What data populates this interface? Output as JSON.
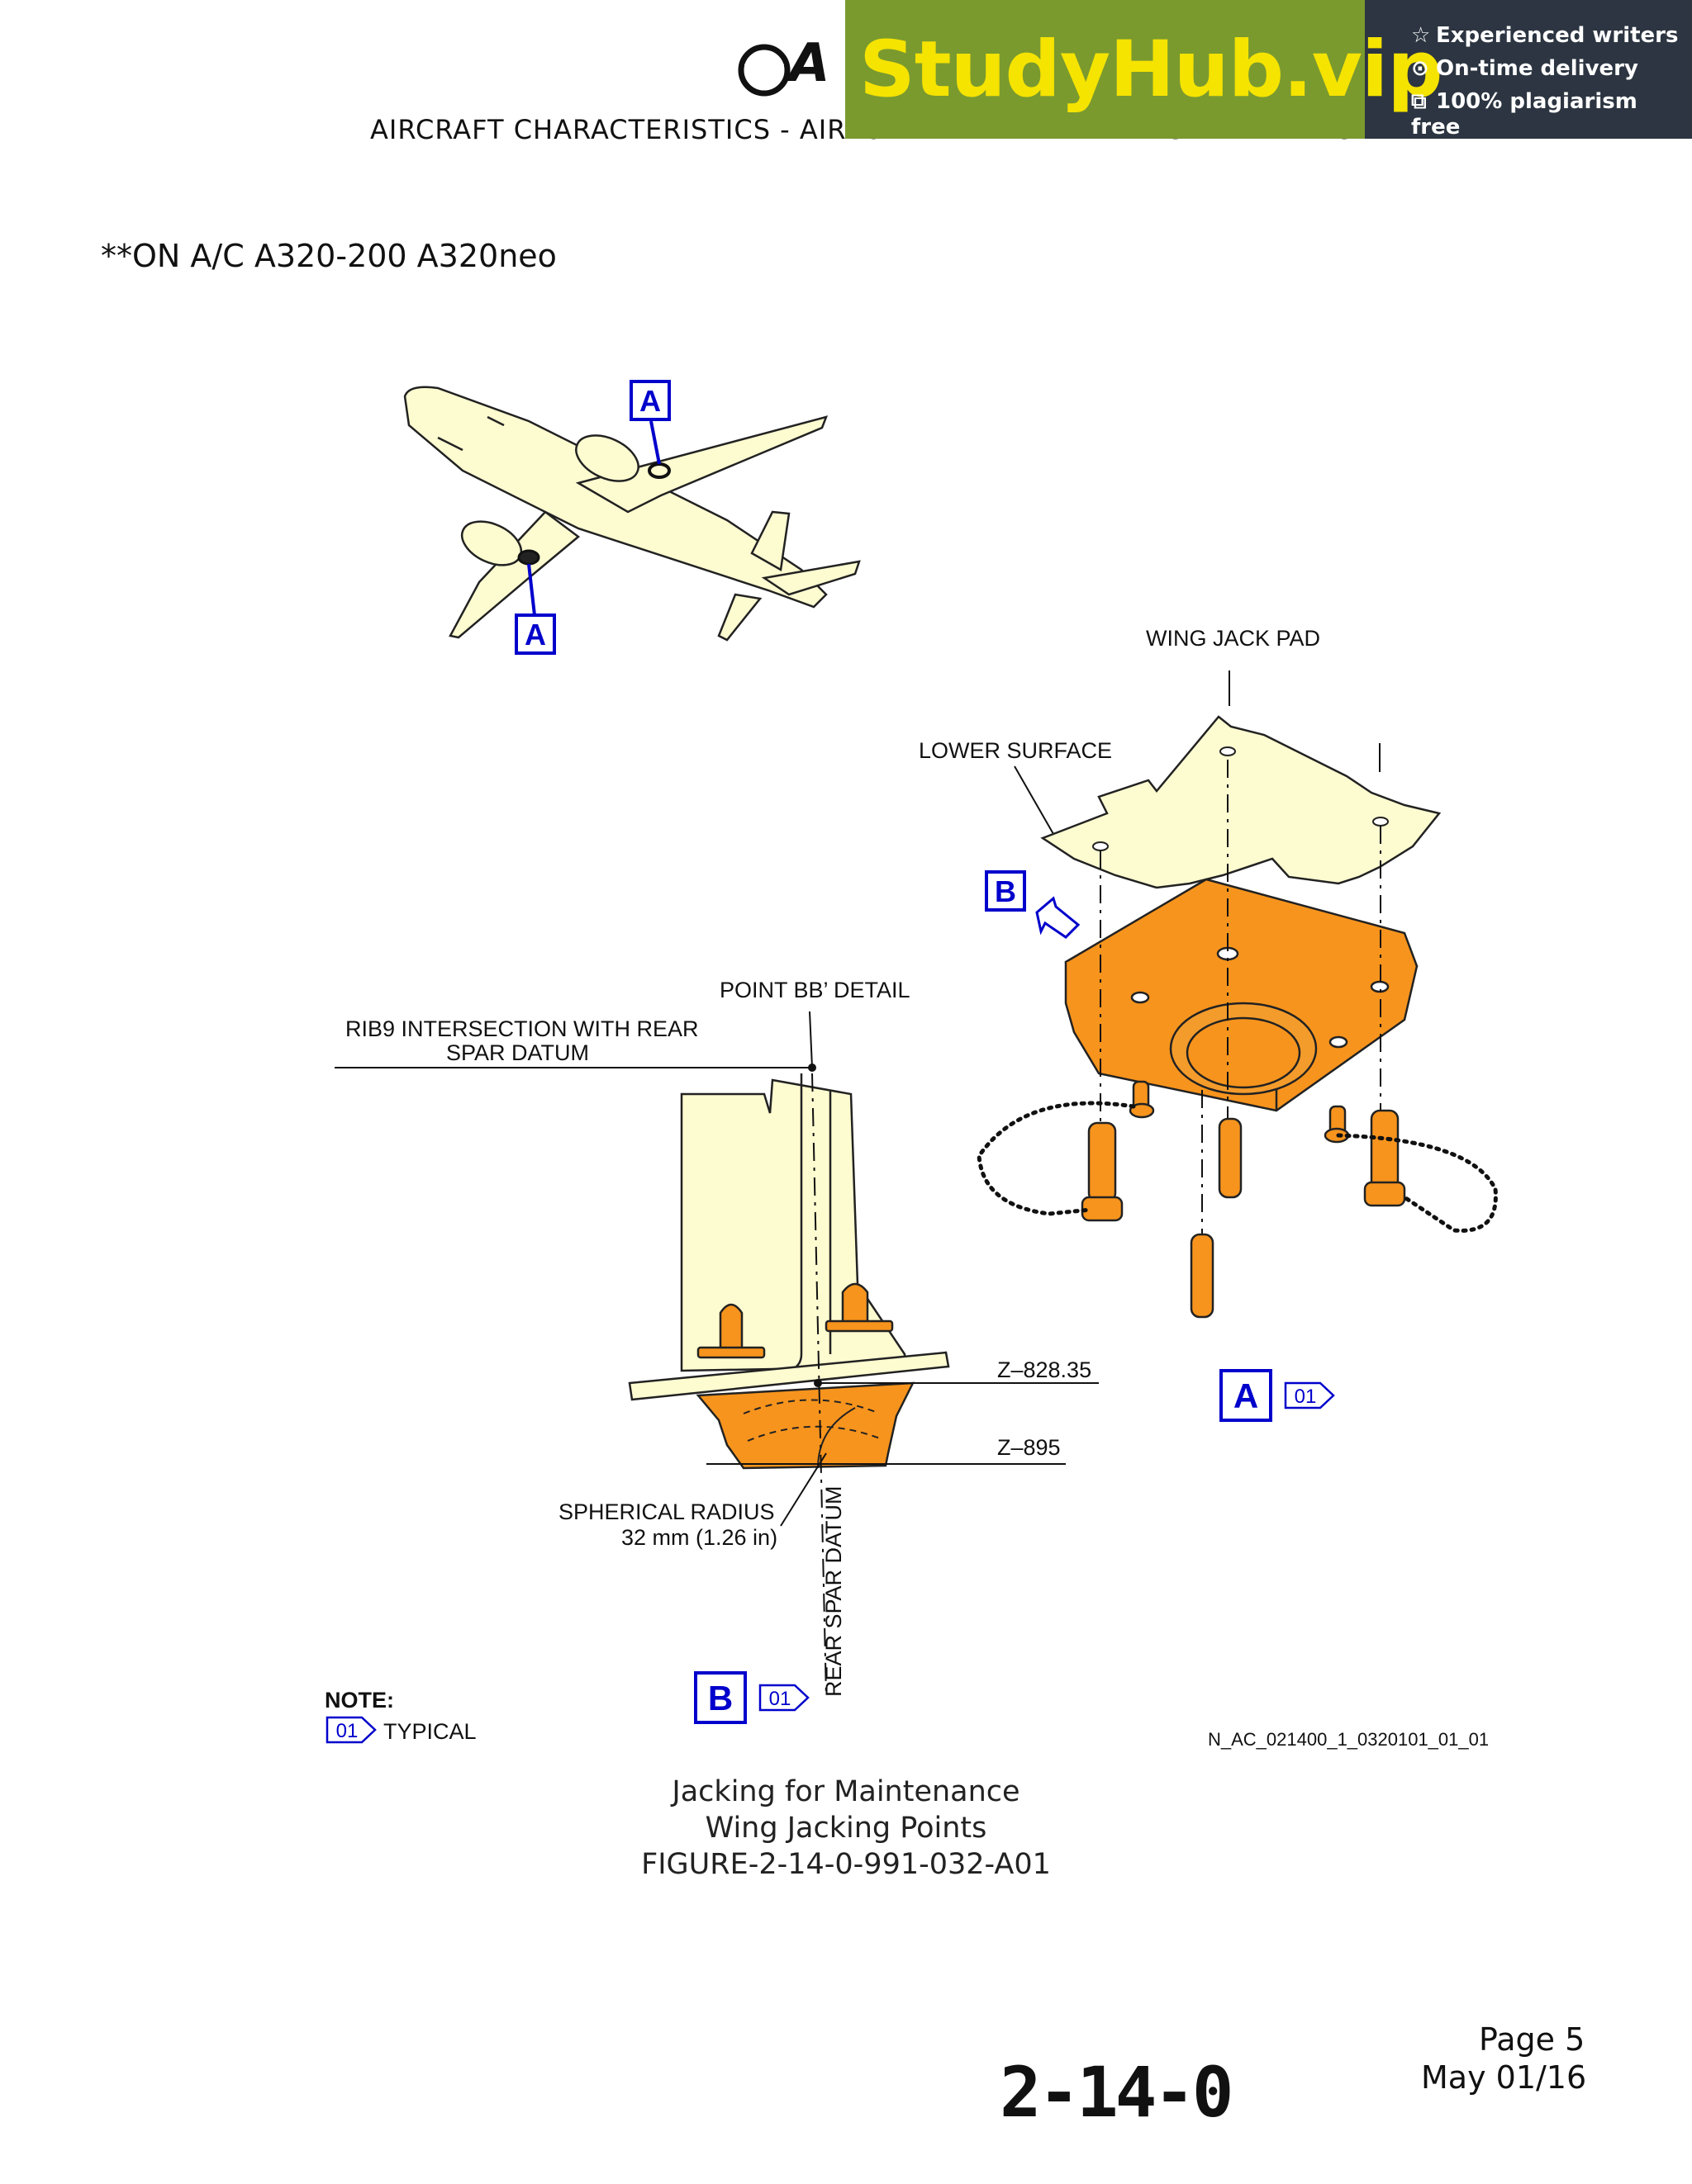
{
  "header": {
    "logo_text": "A",
    "subtitle": "AIRCRAFT CHARACTERISTICS - AIRPORT AND MAINTENANCE PLANNING",
    "applicability": "**ON A/C A320-200 A320neo"
  },
  "banner": {
    "brand": "StudyHub.vip",
    "features": [
      {
        "icon": "star-icon",
        "glyph": "☆",
        "label": "Experienced writers"
      },
      {
        "icon": "clock-icon",
        "glyph": "⊙",
        "label": "On-time delivery"
      },
      {
        "icon": "copy-icon",
        "glyph": "⧉",
        "label": "100% plagiarism free"
      }
    ],
    "colors": {
      "green": "#7a9a2e",
      "dark": "#2c3541",
      "brand_text": "#f5e300"
    }
  },
  "figure": {
    "labels": {
      "wing_jack_pad": "WING JACK PAD",
      "lower_surface": "LOWER SURFACE",
      "point_bb": "POINT BB’ DETAIL",
      "rib9_line1": "RIB9 INTERSECTION WITH REAR",
      "rib9_line2": "SPAR DATUM",
      "z_828": "Z–828.35",
      "z_895": "Z–895",
      "spherical_line1": "SPHERICAL RADIUS",
      "spherical_line2": "32 mm (1.26 in)",
      "rear_spar_datum": "REAR SPAR DATUM",
      "note_title": "NOTE:",
      "note_text": "TYPICAL",
      "drawing_id": "N_AC_021400_1_0320101_01_01"
    },
    "callouts": {
      "a_top": "A",
      "a_bottom": "A",
      "a_detail": "A",
      "b_arrow": "B",
      "b_detail": "B",
      "ref_01_a": "01",
      "ref_01_b": "01",
      "ref_01_note": "01"
    },
    "colors": {
      "part_orange": "#f7941d",
      "aircraft_fill": "#fdfbd0",
      "callout_blue": "#0000cc"
    }
  },
  "caption": {
    "line1": "Jacking for Maintenance",
    "line2": "Wing Jacking Points",
    "line3": "FIGURE-2-14-0-991-032-A01"
  },
  "footer": {
    "section": "2-14-0",
    "page": "Page 5",
    "date": "May 01/16"
  }
}
